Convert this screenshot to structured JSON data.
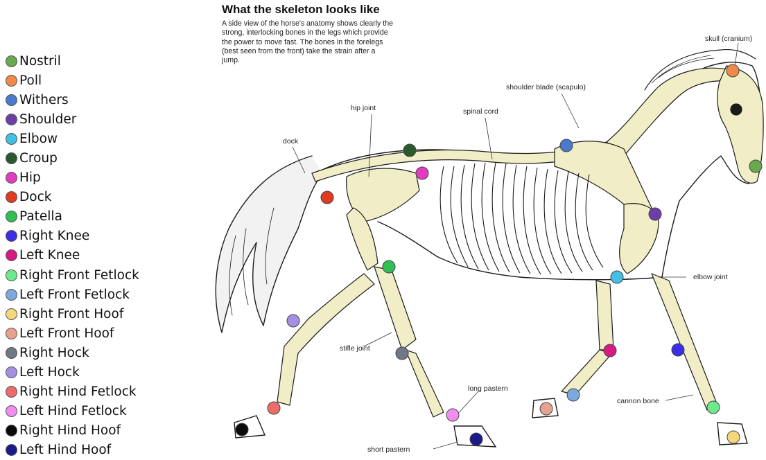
{
  "legend": {
    "items": [
      {
        "label": "Nostril",
        "color": "#6aaa4e"
      },
      {
        "label": "Poll",
        "color": "#ef8a48"
      },
      {
        "label": "Withers",
        "color": "#4a7acb"
      },
      {
        "label": "Shoulder",
        "color": "#6c3fa7"
      },
      {
        "label": "Elbow",
        "color": "#41bfe5"
      },
      {
        "label": "Croup",
        "color": "#2a5a2c"
      },
      {
        "label": "Hip",
        "color": "#e33bbf"
      },
      {
        "label": "Dock",
        "color": "#e03a22"
      },
      {
        "label": "Patella",
        "color": "#2fbf53"
      },
      {
        "label": "Right Knee",
        "color": "#3a2ee6"
      },
      {
        "label": "Left Knee",
        "color": "#d61a82"
      },
      {
        "label": "Right Front Fetlock",
        "color": "#6eea8b"
      },
      {
        "label": "Left Front Fetlock",
        "color": "#7ea8e0"
      },
      {
        "label": "Right Front Hoof",
        "color": "#f3d77a"
      },
      {
        "label": "Left Front Hoof",
        "color": "#e6a191"
      },
      {
        "label": "Right Hock",
        "color": "#6f7884"
      },
      {
        "label": "Left Hock",
        "color": "#a68ee0"
      },
      {
        "label": "Right Hind Fetlock",
        "color": "#ec6c6c"
      },
      {
        "label": "Left Hind Fetlock",
        "color": "#f08ef0"
      },
      {
        "label": "Right Hind Hoof",
        "color": "#0a0a0a"
      },
      {
        "label": "Left Hind Hoof",
        "color": "#1a1a8a"
      }
    ]
  },
  "diagram": {
    "title": "What the skeleton looks like",
    "intro": "A side view of the horse's anatomy shows clearly the strong, interlocking bones in the legs which provide the power to move fast. The bones in the forelegs (best seen from the front) take the strain after a jump.",
    "callouts": {
      "skull": "skull (cranium)",
      "shoulder_blade": "shoulder blade (scapulo)",
      "hip_joint": "hip joint",
      "spinal_cord": "spinal cord",
      "dock": "dock",
      "elbow_joint": "elbow joint",
      "stifle_joint": "stifle joint",
      "long_pastern": "long pastern",
      "cannon_bone": "cannon bone",
      "short_pastern": "short pastern"
    }
  }
}
